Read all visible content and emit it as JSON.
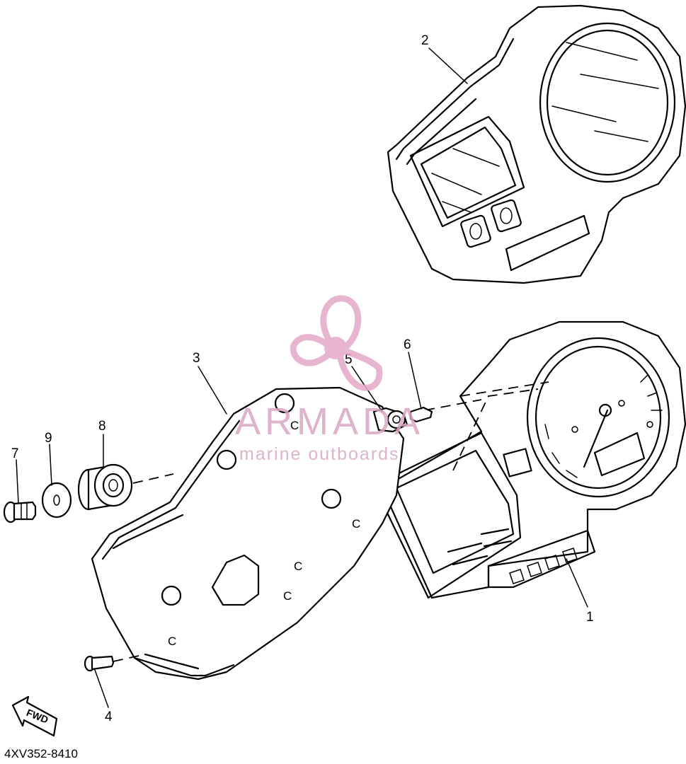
{
  "diagram": {
    "part_code": "4XV352-8410",
    "direction_label": "FWD",
    "callouts": [
      {
        "id": "1",
        "text": "1"
      },
      {
        "id": "2",
        "text": "2"
      },
      {
        "id": "3",
        "text": "3"
      },
      {
        "id": "4",
        "text": "4"
      },
      {
        "id": "5",
        "text": "5"
      },
      {
        "id": "6",
        "text": "6"
      },
      {
        "id": "7",
        "text": "7"
      },
      {
        "id": "8",
        "text": "8"
      },
      {
        "id": "9",
        "text": "9"
      }
    ],
    "panel_marks": [
      "C",
      "C",
      "C",
      "C",
      "C"
    ]
  },
  "watermark": {
    "brand": "ARMADA",
    "tagline": "marine outboards",
    "color": "#e5a9c9"
  }
}
